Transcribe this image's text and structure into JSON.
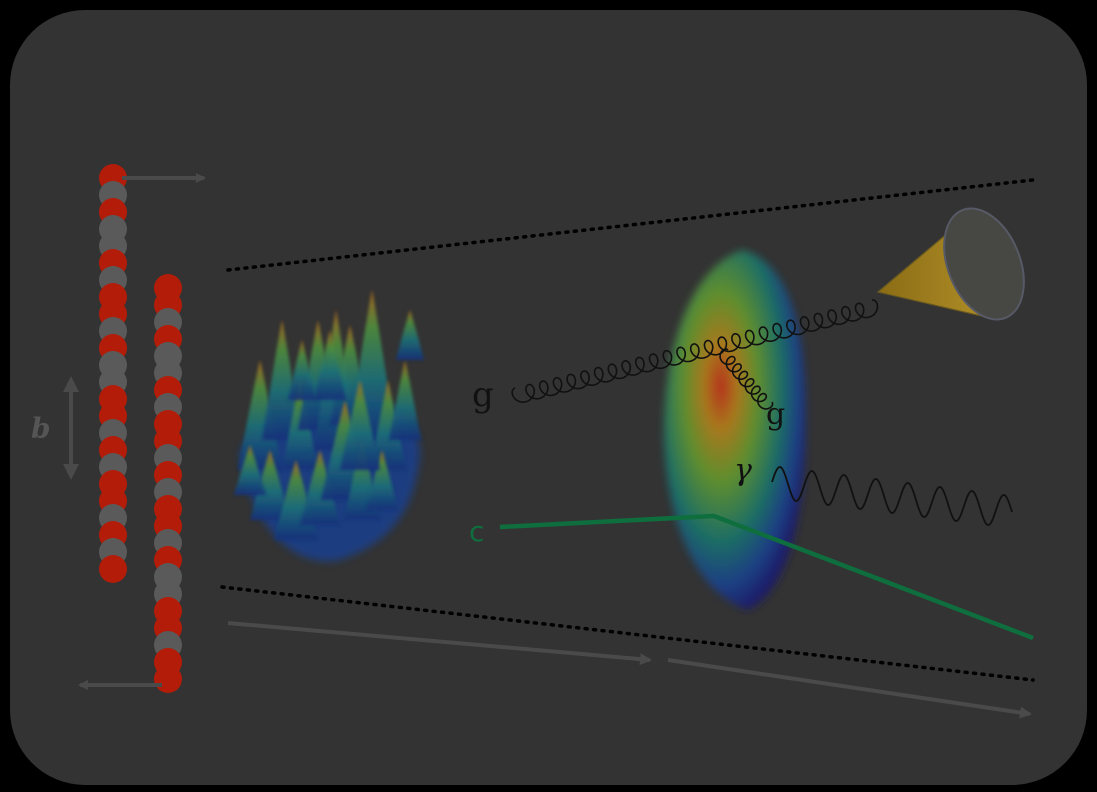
{
  "labels": {
    "impact_parameter": "b",
    "gluon_incoming": "g",
    "gluon_radiated": "g",
    "photon": "γ",
    "charm": "c"
  },
  "colors": {
    "panel": "#333333",
    "nucleon_red": "#b31c08",
    "nucleon_gray": "#5a5a5a",
    "arrow": "#4a4a4a",
    "charm_line": "#0f6e3d",
    "cone": "#a8841e"
  }
}
